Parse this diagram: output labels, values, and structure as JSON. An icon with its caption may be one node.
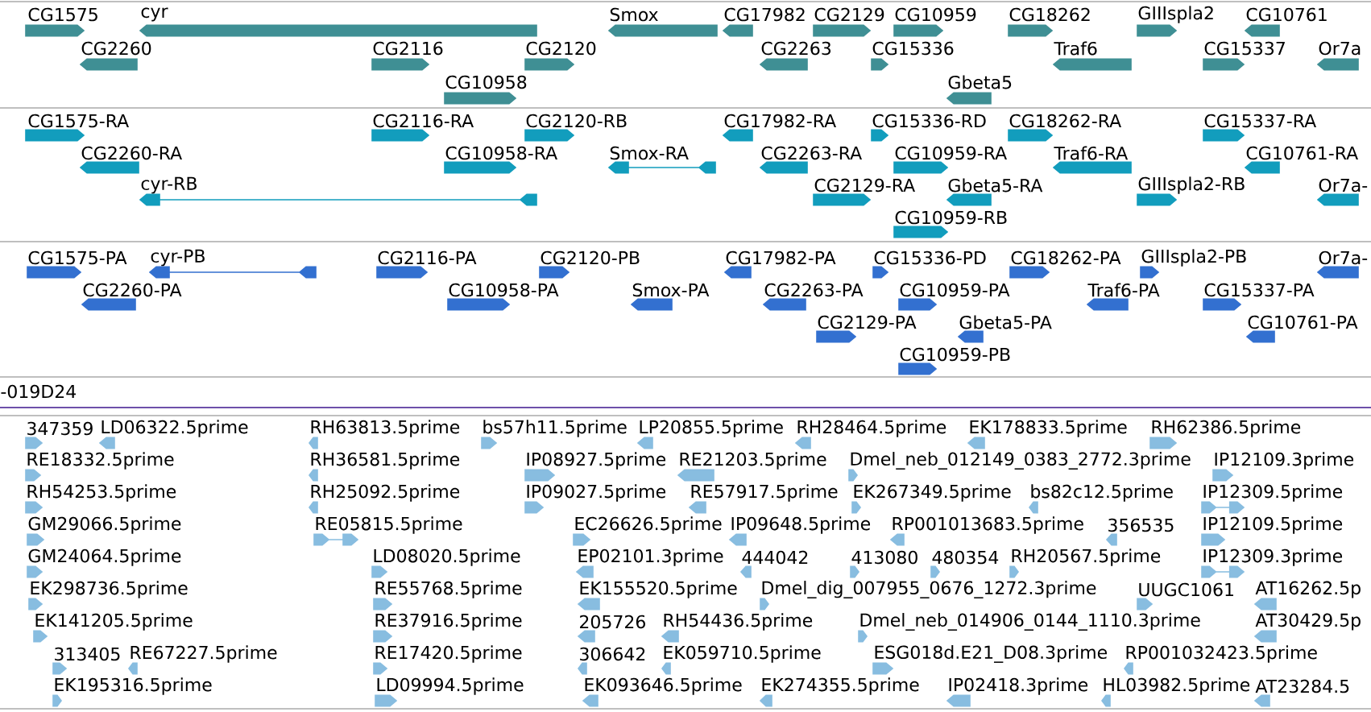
{
  "diagram": {
    "labels": [
      "CG1575",
      "cyr",
      "Smox",
      "CG17982",
      "CG2129",
      "CG10959",
      "CG18262",
      "GIIIspla2",
      "CG10761",
      "CG2260",
      "CG2116",
      "CG2120",
      "CG2263",
      "CG15336",
      "Traf6",
      "CG15337",
      "Or7a",
      "CG10958",
      "Gbeta5",
      "CG1575-RA",
      "CG2116-RA",
      "CG2120-RB",
      "CG17982-RA",
      "CG15336-RD",
      "CG18262-RA",
      "CG15337-RA",
      "CG2260-RA",
      "CG10958-RA",
      "Smox-RA",
      "CG2263-RA",
      "CG10959-RA",
      "Traf6-RA",
      "CG10761-RA",
      "cyr-RB",
      "CG2129-RA",
      "Gbeta5-RA",
      "GIIIspla2-RB",
      "Or7a-",
      "CG10959-RB",
      "CG1575-PA",
      "cyr-PB",
      "CG2116-PA",
      "CG2120-PB",
      "CG17982-PA",
      "CG15336-PD",
      "CG18262-PA",
      "GIIIspla2-PB",
      "Or7a-",
      "CG2260-PA",
      "CG10958-PA",
      "Smox-PA",
      "CG2263-PA",
      "CG10959-PA",
      "Traf6-PA",
      "CG15337-PA",
      "CG2129-PA",
      "Gbeta5-PA",
      "CG10761-PA",
      "CG10959-PB",
      "-019D24",
      "347359",
      "LD06322.5prime",
      "RH63813.5prime",
      "bs57h11.5prime",
      "LP20855.5prime",
      "RH28464.5prime",
      "EK178833.5prime",
      "RH62386.5prime",
      "RE18332.5prime",
      "RH36581.5prime",
      "IP08927.5prime",
      "RE21203.5prime",
      "Dmel_neb_012149_0383_2772.3prime",
      "IP12109.3prime",
      "RH54253.5prime",
      "RH25092.5prime",
      "IP09027.5prime",
      "RE57917.5prime",
      "EK267349.5prime",
      "bs82c12.5prime",
      "IP12309.5prime",
      "GM29066.5prime",
      "RE05815.5prime",
      "EC26626.5prime",
      "IP09648.5prime",
      "RP001013683.5prime",
      "356535",
      "IP12109.5prime",
      "GM24064.5prime",
      "LD08020.5prime",
      "EP02101.3prime",
      "444042",
      "413080",
      "480354",
      "RH20567.5prime",
      "IP12309.3prime",
      "EK298736.5prime",
      "RE55768.5prime",
      "EK155520.5prime",
      "Dmel_dig_007955_0676_1272.3prime",
      "UUGC1061",
      "AT16262.5p",
      "EK141205.5prime",
      "RE37916.5prime",
      "205726",
      "RH54436.5prime",
      "Dmel_neb_014906_0144_1110.3prime",
      "AT30429.5p",
      "313405",
      "RE67227.5prime",
      "RE17420.5prime",
      "306642",
      "EK059710.5prime",
      "ESG018d.E21_D08.3prime",
      "RP001032423.5prime",
      "EK195316.5prime",
      "LD09994.5prime",
      "EK093646.5prime",
      "EK274355.5prime",
      "IP02418.3prime",
      "HL03982.5prime",
      "AT23284.5"
    ]
  }
}
